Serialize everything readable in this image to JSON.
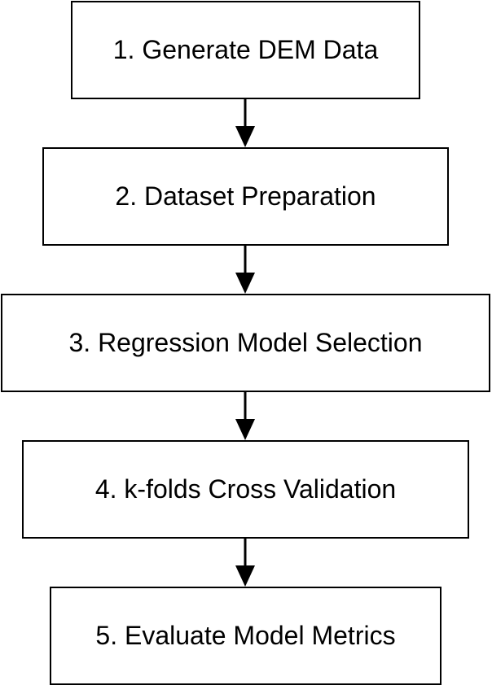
{
  "steps": [
    {
      "label": "1. Generate DEM Data"
    },
    {
      "label": "2. Dataset Preparation"
    },
    {
      "label": "3. Regression Model Selection"
    },
    {
      "label": "4. k-folds Cross Validation"
    },
    {
      "label": "5. Evaluate Model Metrics"
    }
  ],
  "colors": {
    "stroke": "#000000",
    "fill": "#ffffff",
    "text": "#000000"
  }
}
